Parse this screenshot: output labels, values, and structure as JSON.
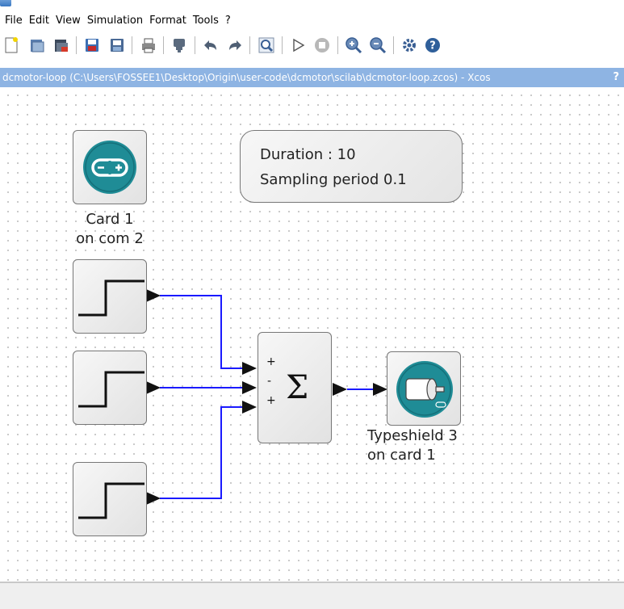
{
  "menu": [
    "File",
    "Edit",
    "View",
    "Simulation",
    "Format",
    "Tools",
    "?"
  ],
  "toolbar": [
    {
      "icon": "new-diagram-icon"
    },
    {
      "icon": "open-icon"
    },
    {
      "icon": "open-in-scilab-icon"
    },
    {
      "icon": "save-icon"
    },
    {
      "icon": "save-as-icon"
    },
    {
      "icon": "print-icon"
    },
    {
      "icon": "delete-icon"
    },
    {
      "icon": "undo-icon"
    },
    {
      "icon": "redo-icon"
    },
    {
      "icon": "fit-diagram-icon"
    },
    {
      "icon": "start-icon"
    },
    {
      "icon": "stop-icon"
    },
    {
      "icon": "zoom-in-icon"
    },
    {
      "icon": "zoom-out-icon"
    },
    {
      "icon": "xcos-demos-icon"
    },
    {
      "icon": "help-icon"
    }
  ],
  "pathbar": {
    "title": "dcmotor-loop (C:\\Users\\FOSSEE1\\Desktop\\Origin\\user-code\\dcmotor\\scilab\\dcmotor-loop.zcos) - Xcos",
    "help": "?"
  },
  "canvas": {
    "note": {
      "line1": "Duration : 10",
      "line2": "Sampling period 0.1"
    },
    "card_block": {
      "line1": "Card 1",
      "line2": "on com 2"
    },
    "sum_block": {
      "symbol": "Σ",
      "signs": [
        "+",
        "-",
        "+"
      ]
    },
    "motor_block": {
      "line1": "Typeshield 3",
      "line2": "on card 1"
    }
  },
  "colors": {
    "pathbar": "#8eb4e3",
    "wire": "#1a1aff",
    "arduino": "#1f8c96"
  }
}
